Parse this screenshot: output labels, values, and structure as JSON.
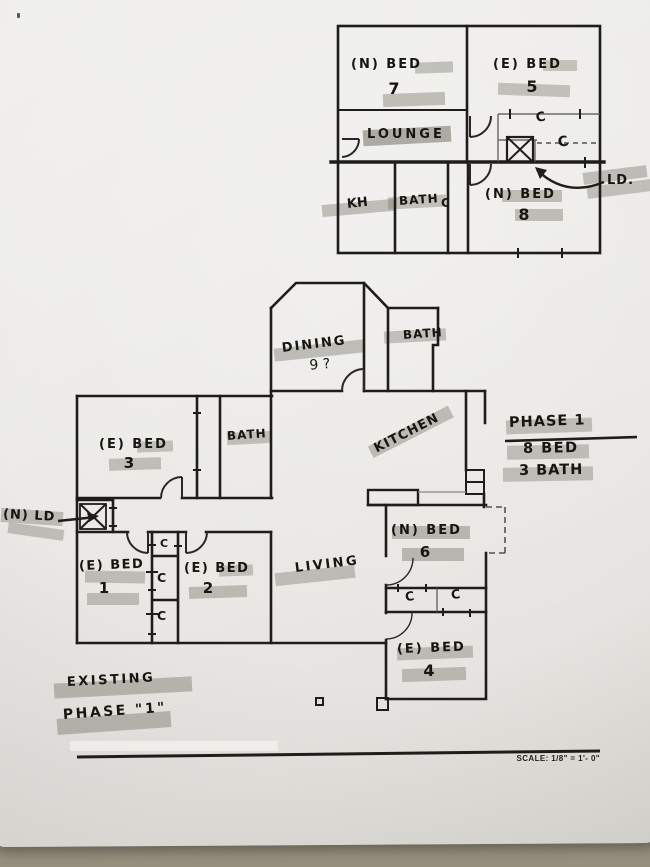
{
  "upper_plan": {
    "bed7": {
      "name": "(N) BED",
      "num": "7"
    },
    "bed5": {
      "name": "(E) BED",
      "num": "5"
    },
    "lounge": "LOUNGE",
    "kitchen_abbr": "KH",
    "bath": "BATH",
    "closet_top": "C",
    "closet_mid": "C",
    "closet_small": "C",
    "bed8": {
      "name": "(N) BED",
      "num": "8"
    },
    "laundry": "LD."
  },
  "lower_plan": {
    "dining": {
      "name": "DINING",
      "num": "9 ?"
    },
    "bath_top": "BATH",
    "bed3": {
      "name": "(E) BED",
      "num": "3"
    },
    "bath_mid": "BATH",
    "kitchen": "KITCHEN",
    "laundry": "(N) LD",
    "bed1": {
      "name": "(E) BED",
      "num": "1"
    },
    "bed2": {
      "name": "(E) BED",
      "num": "2"
    },
    "living": "LIVING",
    "bed6": {
      "name": "(N) BED",
      "num": "6"
    },
    "bed4": {
      "name": "(E) BED",
      "num": "4"
    },
    "closet_1": "C",
    "closet_2": "C",
    "closet_3": "C",
    "closet_6a": "C",
    "closet_6b": "C"
  },
  "annotations": {
    "phase_title": "PHASE 1",
    "phase_beds": "8 BED",
    "phase_baths": "3 BATH",
    "existing": "EXISTING",
    "phase_bottom": "PHASE \"1\"",
    "scale": "SCALE: 1/8\" = 1'- 0\""
  },
  "colors": {
    "ink": "#1f1d1a",
    "highlighter": "#7b786d",
    "paper": "#edecea",
    "table": "#968f7e"
  }
}
